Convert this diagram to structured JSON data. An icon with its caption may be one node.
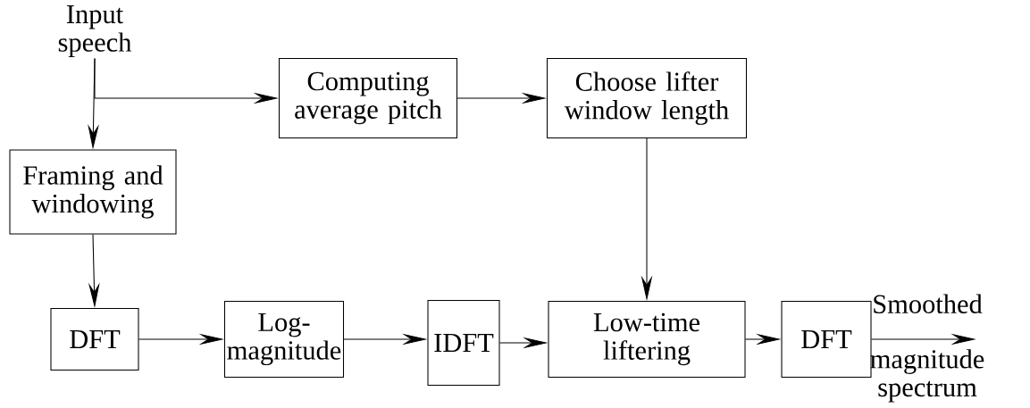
{
  "diagram": {
    "nodes": [
      {
        "text": [
          "Input speech"
        ]
      },
      {
        "text": [
          "Computing average pitch"
        ]
      },
      {
        "text": [
          "Choose lifter window length"
        ]
      },
      {
        "text": [
          "Framing and windowing"
        ]
      },
      {
        "text": [
          "DFT"
        ]
      },
      {
        "text": [
          "Log-magnitude"
        ]
      },
      {
        "text": [
          "IDFT"
        ]
      },
      {
        "text": [
          "Low-time liftering"
        ]
      },
      {
        "text": [
          "DFT"
        ]
      },
      {
        "text": [
          "Smoothed",
          "magnitude spectrum"
        ]
      }
    ],
    "edges": [
      {
        "from": 0,
        "to": 3,
        "arrow": "to"
      },
      {
        "from": 0,
        "to": 1,
        "arrow": "to"
      },
      {
        "from": 1,
        "to": 2,
        "arrow": "to"
      },
      {
        "from": 2,
        "to": 7,
        "arrow": "to"
      },
      {
        "from": 3,
        "to": 4,
        "arrow": "to"
      },
      {
        "from": 4,
        "to": 5,
        "arrow": "to"
      },
      {
        "from": 5,
        "to": 6,
        "arrow": "to"
      },
      {
        "from": 6,
        "to": 7,
        "arrow": "to"
      },
      {
        "from": 7,
        "to": 8,
        "arrow": "to"
      },
      {
        "from": 8,
        "to": 9,
        "arrow": "to"
      }
    ]
  }
}
